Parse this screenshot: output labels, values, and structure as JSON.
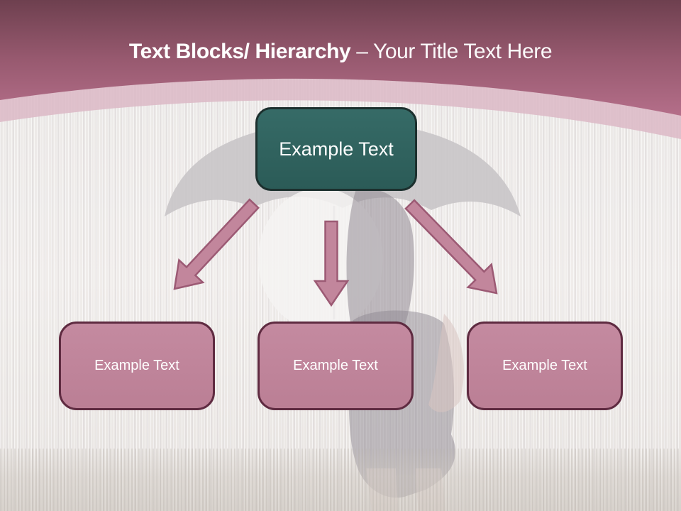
{
  "title": {
    "primary": "Text Blocks/ Hierarchy",
    "secondary": "– Your Title Text Here"
  },
  "diagram": {
    "root": {
      "label": "Example Text"
    },
    "children": [
      {
        "label": "Example Text"
      },
      {
        "label": "Example Text"
      },
      {
        "label": "Example Text"
      }
    ]
  },
  "colors": {
    "header_gradient_top": "#6E404F",
    "header_gradient_mid": "#97596F",
    "header_gradient_bottom": "#B56F8A",
    "header_band": "#DCB9C6",
    "body_background": "#EDEAE8",
    "root_box_fill": "#2E605C",
    "root_box_border": "#1C302E",
    "child_box_fill": "#BF8398",
    "child_box_border": "#5F2B41",
    "arrow_fill": "#C2869C",
    "arrow_border": "#9C5A74",
    "title_text": "#FFFFFF",
    "box_text": "#FFFFFF"
  }
}
